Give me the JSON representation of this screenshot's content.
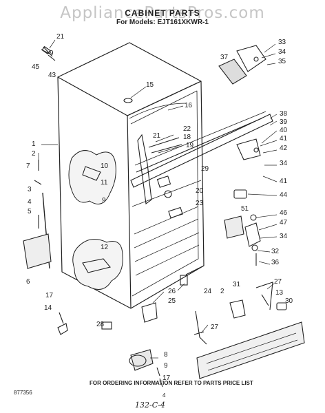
{
  "diagram": {
    "watermark": "AppliancePartsPros.com",
    "title": "CABINET PARTS",
    "subtitle": "For Models: EJT161XKWR-1",
    "footer_note": "FOR ORDERING INFORMATION REFER TO PARTS PRICE LIST",
    "doc_number": "877356",
    "page_number": "4",
    "handwritten_code": "132-C-4"
  },
  "callouts": [
    {
      "id": "c21a",
      "label": "21"
    },
    {
      "id": "c9a",
      "label": "9"
    },
    {
      "id": "c45",
      "label": "45"
    },
    {
      "id": "c43",
      "label": "43"
    },
    {
      "id": "c15",
      "label": "15"
    },
    {
      "id": "c16",
      "label": "16"
    },
    {
      "id": "c21b",
      "label": "21"
    },
    {
      "id": "c22",
      "label": "22"
    },
    {
      "id": "c18",
      "label": "18"
    },
    {
      "id": "c19",
      "label": "19"
    },
    {
      "id": "c1",
      "label": "1"
    },
    {
      "id": "c2a",
      "label": "2"
    },
    {
      "id": "c7",
      "label": "7"
    },
    {
      "id": "c3",
      "label": "3"
    },
    {
      "id": "c4",
      "label": "4"
    },
    {
      "id": "c5",
      "label": "5"
    },
    {
      "id": "c6",
      "label": "6"
    },
    {
      "id": "c10",
      "label": "10"
    },
    {
      "id": "c11",
      "label": "11"
    },
    {
      "id": "c9b",
      "label": "9"
    },
    {
      "id": "c12",
      "label": "12"
    },
    {
      "id": "c29",
      "label": "29"
    },
    {
      "id": "c20",
      "label": "20"
    },
    {
      "id": "c23",
      "label": "23"
    },
    {
      "id": "c33",
      "label": "33"
    },
    {
      "id": "c34a",
      "label": "34"
    },
    {
      "id": "c35",
      "label": "35"
    },
    {
      "id": "c37",
      "label": "37"
    },
    {
      "id": "c38",
      "label": "38"
    },
    {
      "id": "c39",
      "label": "39"
    },
    {
      "id": "c40",
      "label": "40"
    },
    {
      "id": "c41a",
      "label": "41"
    },
    {
      "id": "c42",
      "label": "42"
    },
    {
      "id": "c34b",
      "label": "34"
    },
    {
      "id": "c41b",
      "label": "41"
    },
    {
      "id": "c44",
      "label": "44"
    },
    {
      "id": "c51",
      "label": "51"
    },
    {
      "id": "c46",
      "label": "46"
    },
    {
      "id": "c47",
      "label": "47"
    },
    {
      "id": "c34c",
      "label": "34"
    },
    {
      "id": "c32",
      "label": "32"
    },
    {
      "id": "c36",
      "label": "36"
    },
    {
      "id": "c24",
      "label": "24"
    },
    {
      "id": "c26",
      "label": "26"
    },
    {
      "id": "c25",
      "label": "25"
    },
    {
      "id": "c2b",
      "label": "2"
    },
    {
      "id": "c27a",
      "label": "27"
    },
    {
      "id": "c31",
      "label": "31"
    },
    {
      "id": "c27b",
      "label": "27"
    },
    {
      "id": "c13",
      "label": "13"
    },
    {
      "id": "c30",
      "label": "30"
    },
    {
      "id": "c17a",
      "label": "17"
    },
    {
      "id": "c14",
      "label": "14"
    },
    {
      "id": "c28",
      "label": "28"
    },
    {
      "id": "c8",
      "label": "8"
    },
    {
      "id": "c9c",
      "label": "9"
    },
    {
      "id": "c17b",
      "label": "17"
    }
  ]
}
